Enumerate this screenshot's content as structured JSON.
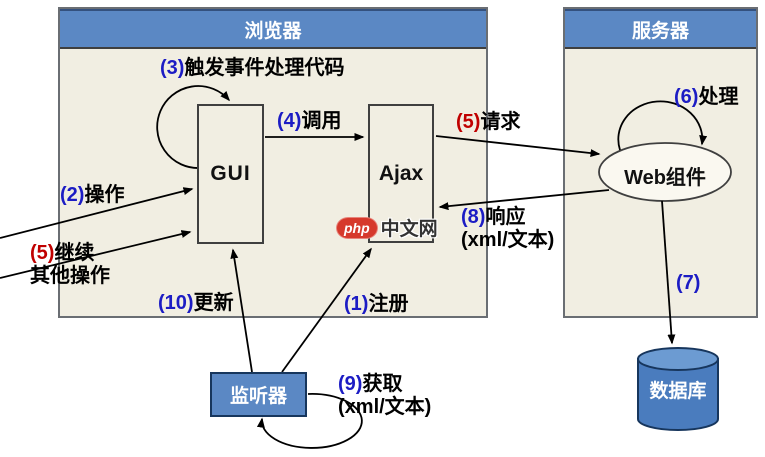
{
  "colors": {
    "header_blue": "#5B88C4",
    "panel_body": "#F1EEE2",
    "node_border": "#3F3F3F",
    "listener_fill": "#5B88C4",
    "database_body": "#4A7CBE",
    "database_top": "#6C9BD2",
    "database_border": "#17365D",
    "number_blue": "#1C1CC4",
    "number_red": "#C00000",
    "arrow_black": "#000000",
    "watermark_red": "#D6392C"
  },
  "panels": {
    "browser": {
      "title": "浏览器"
    },
    "server": {
      "title": "服务器"
    }
  },
  "nodes": {
    "gui": {
      "label": "GUI"
    },
    "ajax": {
      "label": "Ajax"
    },
    "web_component": {
      "label": "Web组件"
    },
    "listener": {
      "label": "监听器"
    },
    "database": {
      "label": "数据库"
    }
  },
  "watermark": {
    "badge": "php",
    "site": "中文网"
  },
  "labels": {
    "register": {
      "num": "(1)",
      "text": "注册"
    },
    "operate": {
      "num": "(2)",
      "text": "操作"
    },
    "trigger": {
      "num": "(3)",
      "text": "触发事件处理代码"
    },
    "call": {
      "num": "(4)",
      "text": "调用"
    },
    "request": {
      "num": "(5)",
      "text": "请求"
    },
    "continue_ops": {
      "num": "(5)",
      "text": "继续",
      "line2": "其他操作"
    },
    "process": {
      "num": "(6)",
      "text": "处理"
    },
    "to_database": {
      "num": "(7)",
      "text": ""
    },
    "response": {
      "num": "(8)",
      "text": "响应",
      "line2": "(xml/文本)"
    },
    "fetch": {
      "num": "(9)",
      "text": "获取",
      "line2": "(xml/文本)"
    },
    "update": {
      "num": "(10)",
      "text": "更新"
    }
  }
}
